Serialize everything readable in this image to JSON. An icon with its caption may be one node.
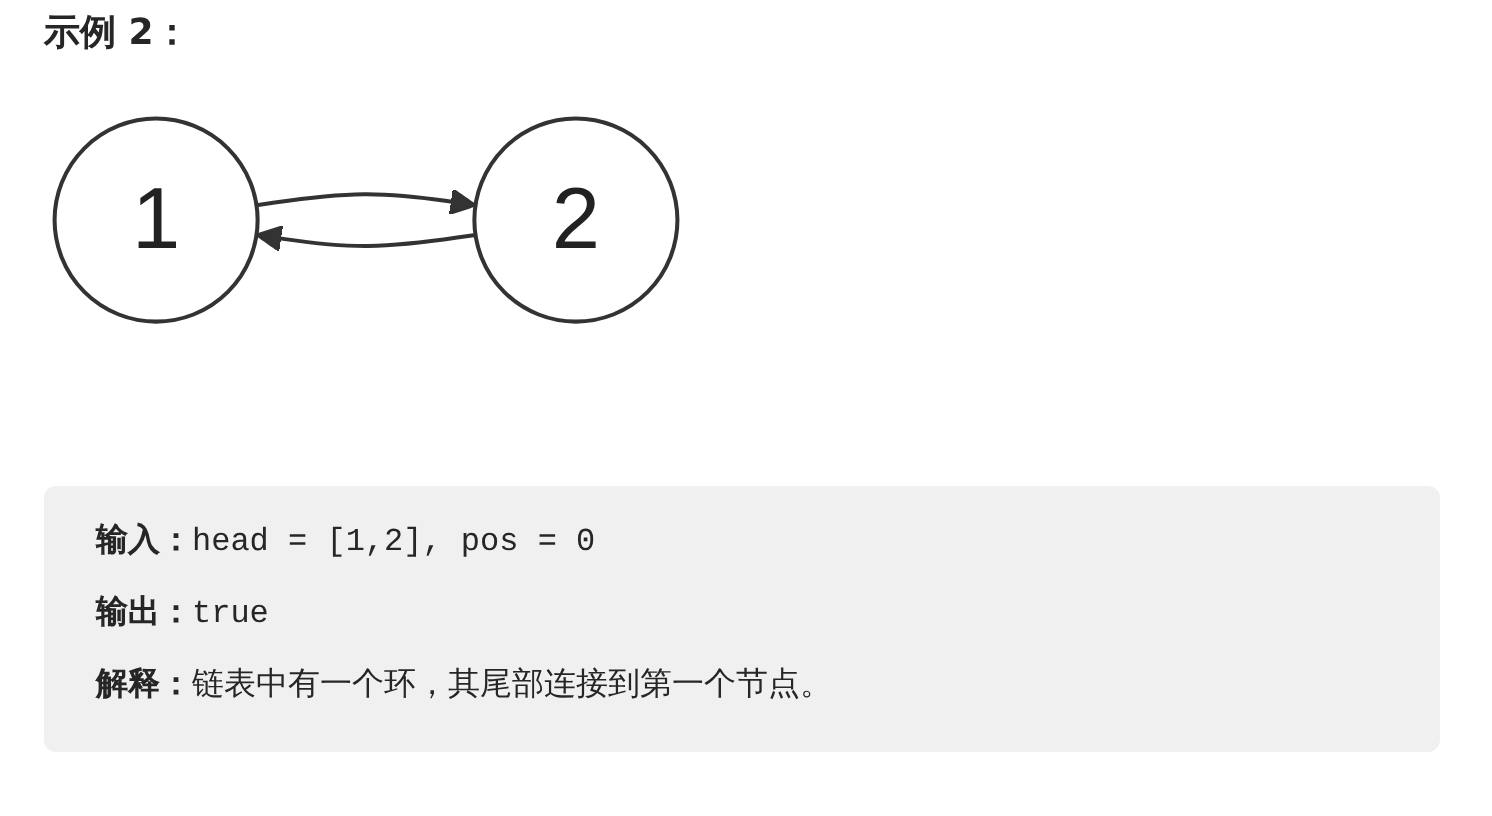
{
  "diagram": {
    "title": "示例 2：",
    "nodes": [
      {
        "text": [
          "1"
        ]
      },
      {
        "text": [
          "2"
        ]
      }
    ],
    "edges": [
      {
        "from": 0,
        "to": 1,
        "arrow": "to"
      },
      {
        "from": 1,
        "to": 0,
        "arrow": "to"
      }
    ],
    "labels": [
      "**输入：**head = [1,2], pos = 0",
      "**输出：**true",
      "**解释：**链表中有一个环，其尾部连接到第一个节点。"
    ]
  }
}
